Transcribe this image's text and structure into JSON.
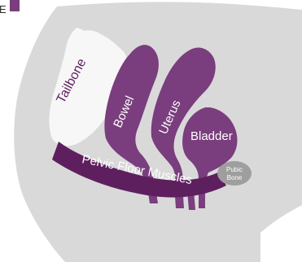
{
  "corner_text": "E",
  "colors": {
    "body": "#d9d9d9",
    "bone": "#f7f7f7",
    "organ": "#7a3d7d",
    "muscle": "#5e1f5f",
    "pubic_bone": "#9e9e9e",
    "accent": "#7a3d7d"
  },
  "labels": {
    "tailbone": "Tailbone",
    "bowel": "Bowel",
    "uterus": "Uterus",
    "bladder": "Bladder",
    "pelvic_floor": "Pelvic Floor Muscles",
    "pubic_line1": "Pubic",
    "pubic_line2": "Bone"
  }
}
